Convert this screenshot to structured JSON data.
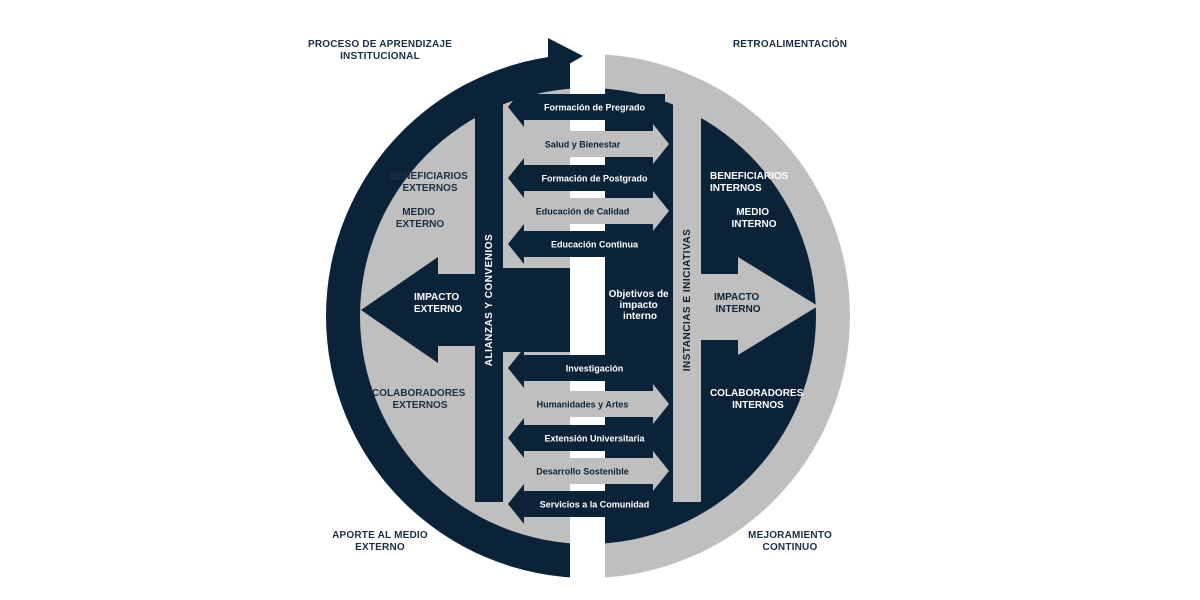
{
  "colors": {
    "navy": "#0b2338",
    "gray": "#bfbfbf",
    "white": "#ffffff",
    "text_dark": "#1b2f44"
  },
  "corners": {
    "top_left": [
      "PROCESO DE APRENDIZAJE",
      "INSTITUCIONAL"
    ],
    "top_right": [
      "RETROALIMENTACIÓN"
    ],
    "bottom_left": [
      "APORTE AL MEDIO",
      "EXTERNO"
    ],
    "bottom_right": [
      "MEJORAMIENTO",
      "CONTINUO"
    ]
  },
  "left": {
    "beneficiarios": [
      "BENEFICIARIOS",
      "EXTERNOS"
    ],
    "medio": [
      "MEDIO",
      "EXTERNO"
    ],
    "impacto": [
      "IMPACTO",
      "EXTERNO"
    ],
    "colaboradores": [
      "COLABORADORES",
      "EXTERNOS"
    ]
  },
  "right": {
    "beneficiarios": [
      "BENEFICIARIOS",
      "INTERNOS"
    ],
    "medio": [
      "MEDIO",
      "INTERNO"
    ],
    "impacto": [
      "IMPACTO",
      "INTERNO"
    ],
    "colaboradores": [
      "COLABORADORES",
      "INTERNOS"
    ],
    "objetivos": [
      "Objetivos de",
      "impacto",
      "interno"
    ]
  },
  "bars": {
    "left": "ALIANZAS Y CONVENIOS",
    "right": "INSTANCIAS E INICIATIVAS"
  },
  "arrows": [
    {
      "label": "Formación de Pregrado",
      "direction": "left"
    },
    {
      "label": "Salud y Bienestar",
      "direction": "right"
    },
    {
      "label": "Formación de Postgrado",
      "direction": "left"
    },
    {
      "label": "Educación de Calidad",
      "direction": "right"
    },
    {
      "label": "Educación Continua",
      "direction": "left"
    },
    {
      "label": "Investigación",
      "direction": "left"
    },
    {
      "label": "Humanidades y Artes",
      "direction": "right"
    },
    {
      "label": "Extensión Universitaria",
      "direction": "left"
    },
    {
      "label": "Desarrollo Sostenible",
      "direction": "right"
    },
    {
      "label": "Servicios a la Comunidad",
      "direction": "left"
    }
  ]
}
